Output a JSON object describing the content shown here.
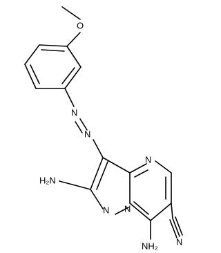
{
  "molecule": {
    "labels": {
      "methoxy_o": "O",
      "azo_n1": "N",
      "azo_n2": "N",
      "pyrimidine_n": "N",
      "bridge_n": "N",
      "pyrazole_n": "N",
      "nitrile_n": "N",
      "amino_2": "H₂N",
      "amino_7": "NH₂"
    },
    "colors": {
      "line": "#000000",
      "background": "#ffffff"
    }
  }
}
